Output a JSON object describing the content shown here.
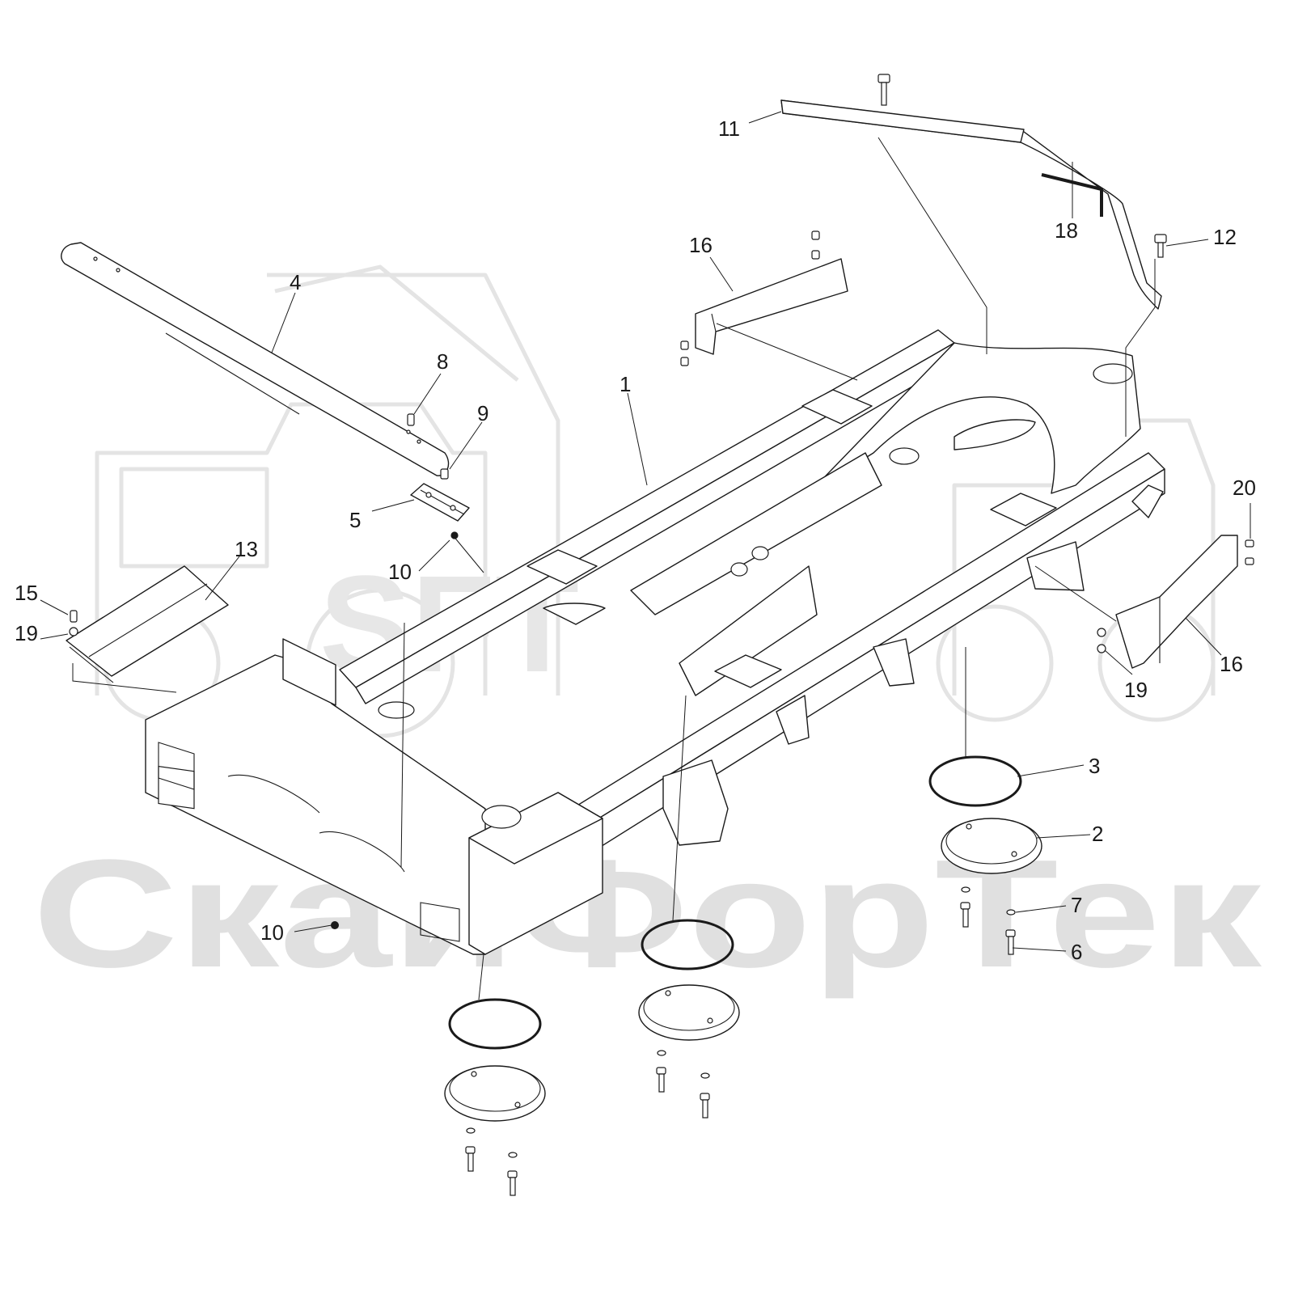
{
  "watermark": {
    "text": "СкайФорТек",
    "logo": "SFT"
  },
  "callouts": [
    {
      "id": "c1",
      "label": "1"
    },
    {
      "id": "c2",
      "label": "2"
    },
    {
      "id": "c3",
      "label": "3"
    },
    {
      "id": "c4",
      "label": "4"
    },
    {
      "id": "c5",
      "label": "5"
    },
    {
      "id": "c6",
      "label": "6"
    },
    {
      "id": "c7",
      "label": "7"
    },
    {
      "id": "c8",
      "label": "8"
    },
    {
      "id": "c9",
      "label": "9"
    },
    {
      "id": "c10a",
      "label": "10"
    },
    {
      "id": "c10b",
      "label": "10"
    },
    {
      "id": "c11",
      "label": "11"
    },
    {
      "id": "c12",
      "label": "12"
    },
    {
      "id": "c13",
      "label": "13"
    },
    {
      "id": "c15",
      "label": "15"
    },
    {
      "id": "c16a",
      "label": "16"
    },
    {
      "id": "c16b",
      "label": "16"
    },
    {
      "id": "c18",
      "label": "18"
    },
    {
      "id": "c19a",
      "label": "19"
    },
    {
      "id": "c19b",
      "label": "19"
    },
    {
      "id": "c20",
      "label": "20"
    }
  ]
}
